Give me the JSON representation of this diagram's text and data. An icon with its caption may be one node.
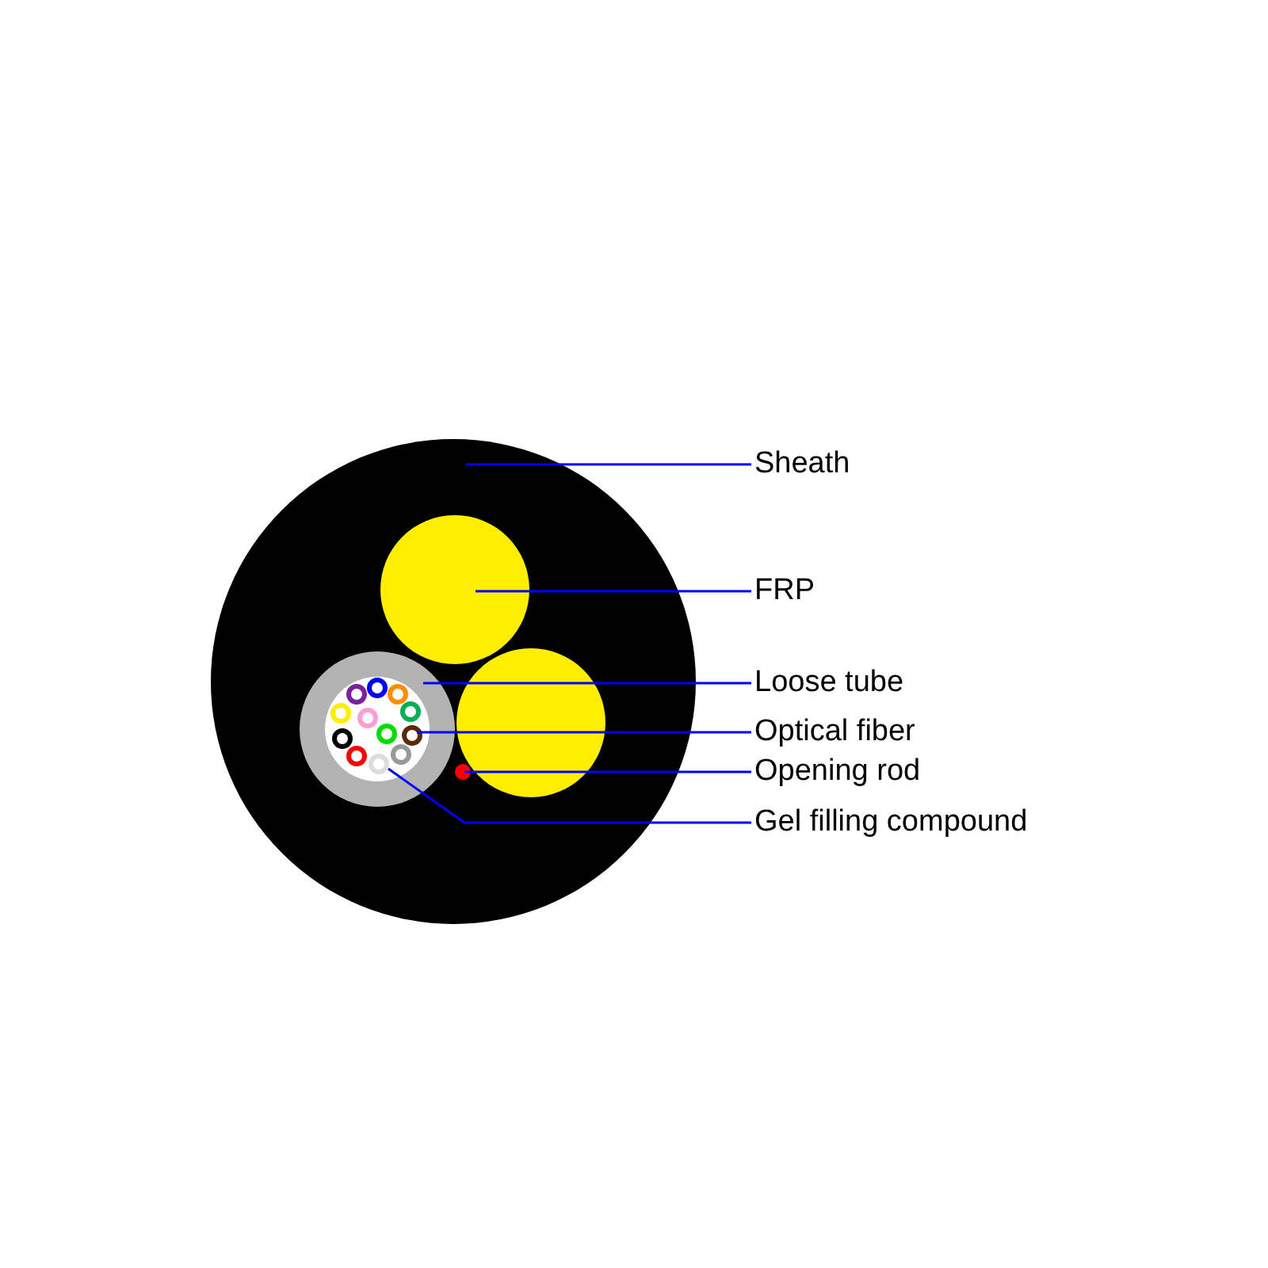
{
  "diagram": {
    "nodes": [
      {
        "text": [
          "Sheath"
        ]
      },
      {
        "text": [
          "FRP"
        ]
      },
      {
        "text": [
          "Loose tube"
        ]
      },
      {
        "text": [
          "Optical fiber"
        ]
      },
      {
        "text": [
          "Opening rod"
        ]
      },
      {
        "text": [
          "Gel filling compound"
        ]
      },
      {
        "text": [],
        "shape": "circle"
      },
      {
        "text": [],
        "shape": "circle",
        "in": 6
      },
      {
        "text": [],
        "shape": "circle",
        "in": 6
      },
      {
        "text": [],
        "shape": "circle",
        "in": 11
      },
      {
        "text": [],
        "shape": "circle",
        "in": 6
      },
      {
        "text": [],
        "shape": "circle",
        "in": 8
      },
      {
        "text": [],
        "shape": "circle",
        "in": 6
      }
    ],
    "edges": [
      {
        "from": 0,
        "to": 6,
        "arrow": "none",
        "color": "#0000ff"
      },
      {
        "from": 1,
        "to": 7,
        "arrow": "none",
        "color": "#0000ff"
      },
      {
        "from": 2,
        "to": 8,
        "arrow": "none",
        "color": "#0000ff"
      },
      {
        "from": 3,
        "to": 9,
        "arrow": "none",
        "color": "#0000ff"
      },
      {
        "from": 4,
        "to": 10,
        "arrow": "none",
        "color": "#0000ff"
      },
      {
        "from": 5,
        "to": 11,
        "arrow": "none",
        "color": "#0000ff"
      }
    ]
  }
}
